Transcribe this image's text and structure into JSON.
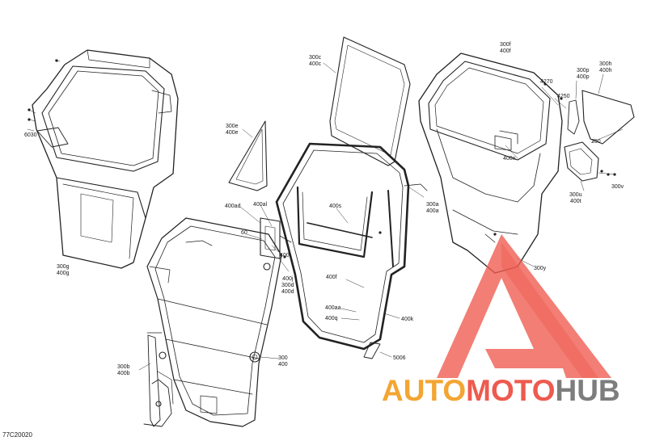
{
  "document_code": "77C20020",
  "watermark": {
    "part1": "AUTO",
    "part2": "MOTO",
    "part3": "HUB",
    "colors": {
      "auto": "#f3a533",
      "moto": "#ee5a4e",
      "hub": "#7d7d7d",
      "triangle": "#ee5a4e"
    }
  },
  "callouts": {
    "c6030": "6030",
    "c300g": "300g",
    "c400g": "400g",
    "c300e": "300e",
    "c400e": "400e",
    "c300c": "300c",
    "c400c": "400c",
    "c400ad": "400ad",
    "c400al": "400al",
    "c60": "60",
    "c400t": "400t",
    "c400s": "400s",
    "c400f": "400f",
    "c400j": "400j",
    "c300d": "300d",
    "c400d": "400d",
    "c400aa": "400aa",
    "c400q": "400q",
    "c400k": "400k",
    "c300a": "300a",
    "c400a": "400a",
    "c5006": "5006",
    "c300": "300",
    "c400": "400",
    "c300b": "300b",
    "c400b": "400b",
    "c300f": "300f",
    "c400f2": "400f",
    "c4270": "4270",
    "c4250": "4250",
    "c300p": "300p",
    "c400p": "400p",
    "c300h": "300h",
    "c400h": "400h",
    "c400n": "400n",
    "c250": "250",
    "c300u": "300u",
    "c400t2": "400t",
    "c300v": "300v",
    "c300y": "300y"
  }
}
